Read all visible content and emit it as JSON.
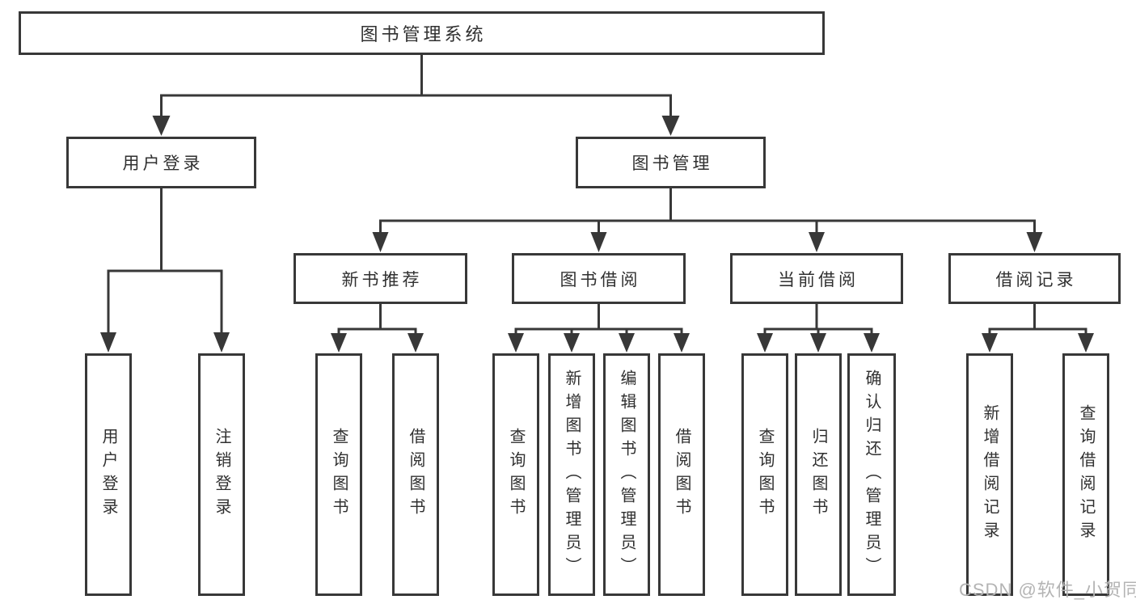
{
  "diagram": {
    "root": {
      "label": "图书管理系统"
    },
    "level2": [
      {
        "label": "用户登录"
      },
      {
        "label": "图书管理"
      }
    ],
    "level3": [
      {
        "label": "新书推荐"
      },
      {
        "label": "图书借阅"
      },
      {
        "label": "当前借阅"
      },
      {
        "label": "借阅记录"
      }
    ],
    "leaves": {
      "user_login": [
        "用户登录",
        "注销登录"
      ],
      "new_books": [
        "查询图书",
        "借阅图书"
      ],
      "book_borrow": [
        "查询图书",
        "新增图书（管理员）",
        "编辑图书（管理员）",
        "借阅图书"
      ],
      "current_borrow": [
        "查询图书",
        "归还图书",
        "确认归还（管理员）"
      ],
      "borrow_records": [
        "新增借阅记录",
        "查询借阅记录"
      ]
    }
  },
  "watermark": "CSDN @软件_小贺同学",
  "colors": {
    "line": "#383838",
    "text": "#303030",
    "watermark": "#b4b4b4",
    "background": "#ffffff"
  }
}
